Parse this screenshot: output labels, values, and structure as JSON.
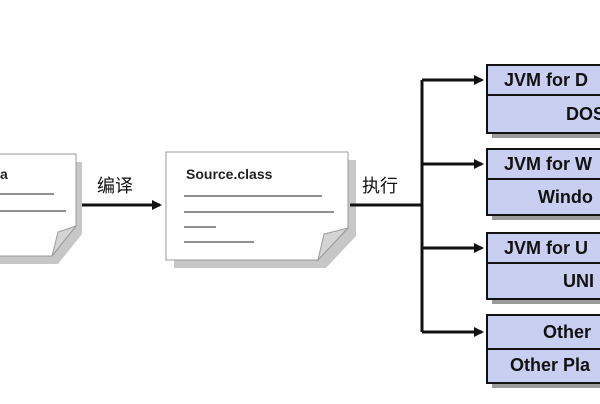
{
  "source_doc": {
    "title_fragment": "a"
  },
  "compile_label": "编译",
  "class_doc": {
    "title": "Source.class"
  },
  "execute_label": "执行",
  "platforms": [
    {
      "vm": "JVM for D",
      "os": "DOS"
    },
    {
      "vm": "JVM for W",
      "os": "Windo"
    },
    {
      "vm": "JVM for U",
      "os": "UNI"
    },
    {
      "vm": "Other",
      "os": "Other Pla"
    }
  ],
  "colors": {
    "doc_fill": "#ffffff",
    "doc_fold": "#d9d9d9",
    "shadow": "#bdbdbd",
    "box_fill": "#c9cff0",
    "box_border": "#111111",
    "line": "#111111"
  }
}
